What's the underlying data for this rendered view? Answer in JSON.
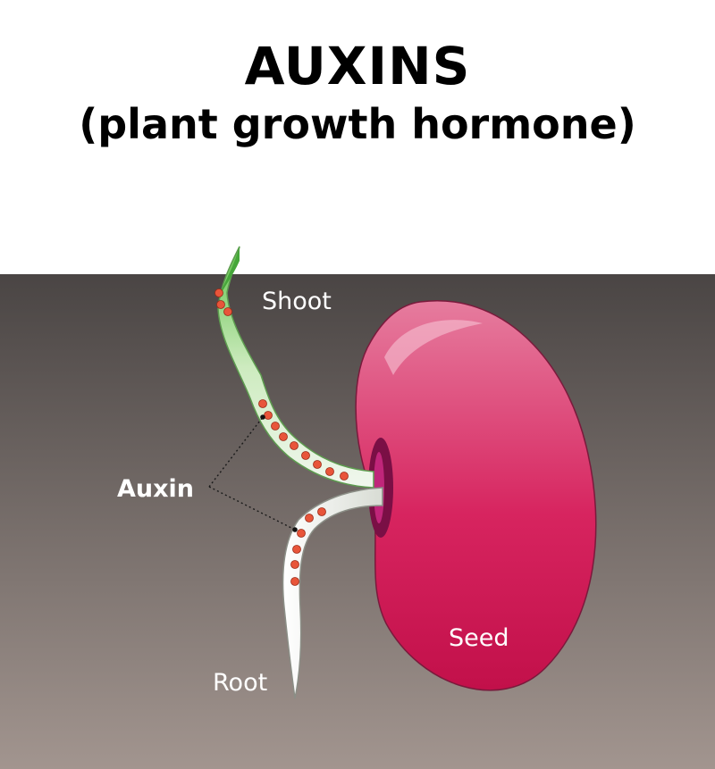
{
  "header": {
    "title": "AUXINS",
    "subtitle": "(plant growth hormone)"
  },
  "labels": {
    "shoot": "Shoot",
    "auxin": "Auxin",
    "root": "Root",
    "seed": "Seed"
  },
  "colors": {
    "soil_top": "#4a4544",
    "soil_bottom": "#a2958f",
    "seed": "#d7245f",
    "seed_hilum": "#7a0f45",
    "auxin_dot": "#e8553a",
    "stem": "#eef7ea",
    "shoot_tip": "#7ed06a",
    "label_text": "#ffffff"
  }
}
